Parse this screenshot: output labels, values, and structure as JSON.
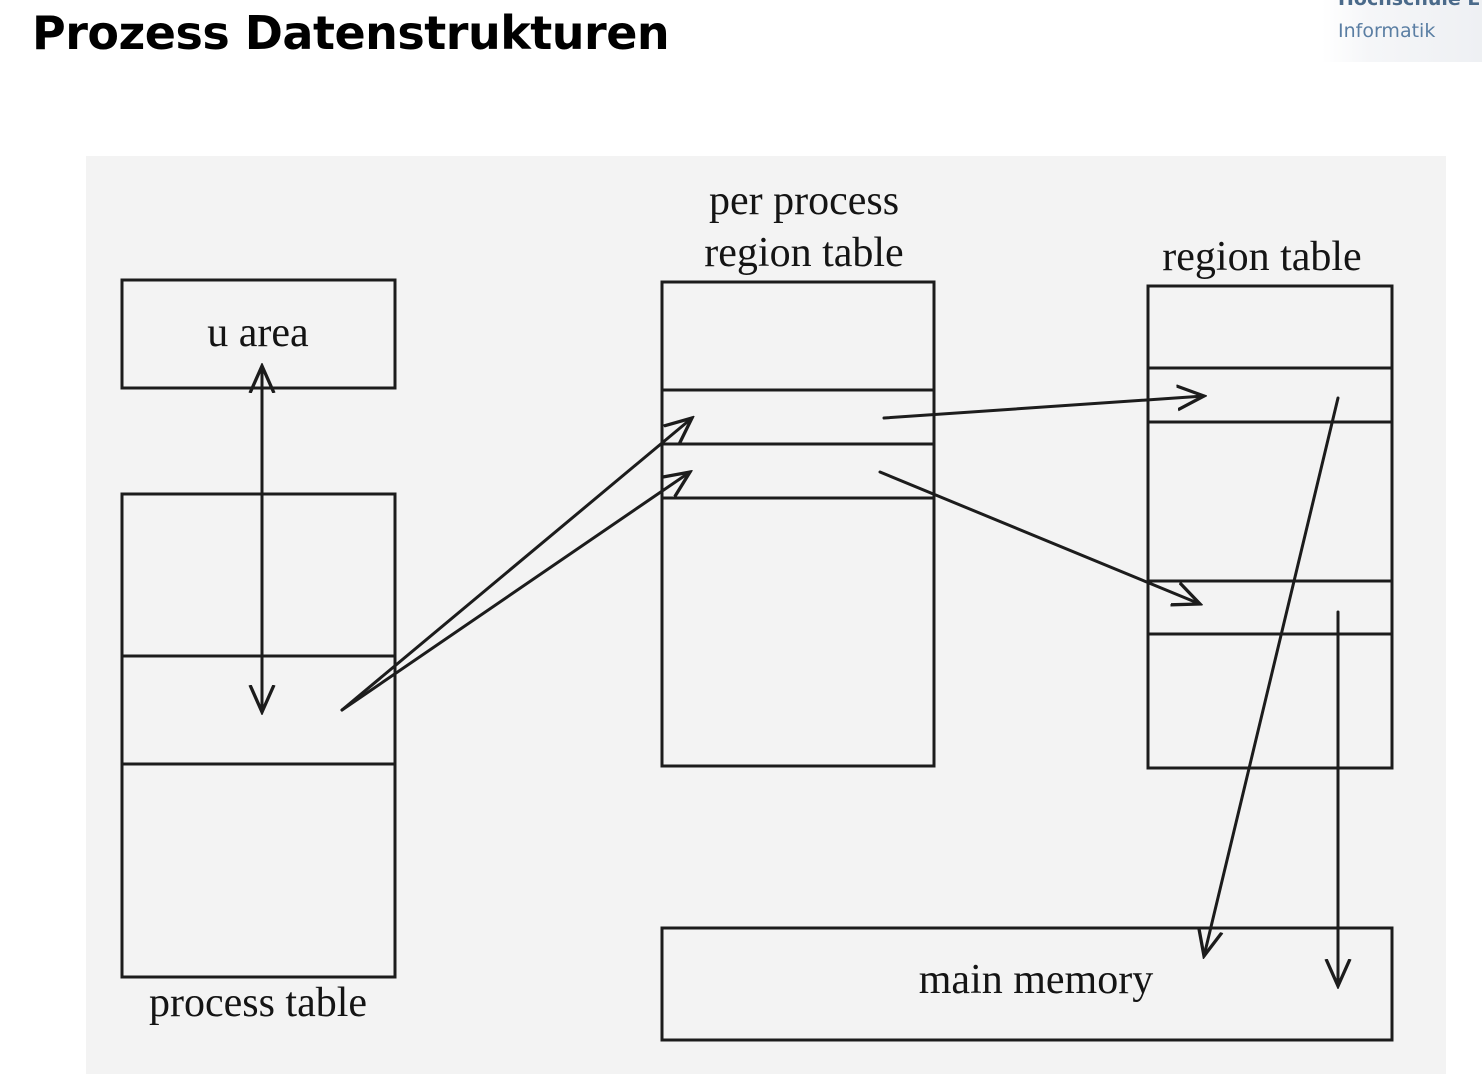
{
  "title": "Prozess Datenstrukturen",
  "logo": {
    "line1": "Hochschule L",
    "line2": "Informatik"
  },
  "diagram": {
    "labels": {
      "u_area": "u area",
      "process_table": "process table",
      "per_process_line1": "per  process",
      "per_process_line2": "region  table",
      "region_table": "region  table",
      "main_memory": "main memory"
    }
  }
}
